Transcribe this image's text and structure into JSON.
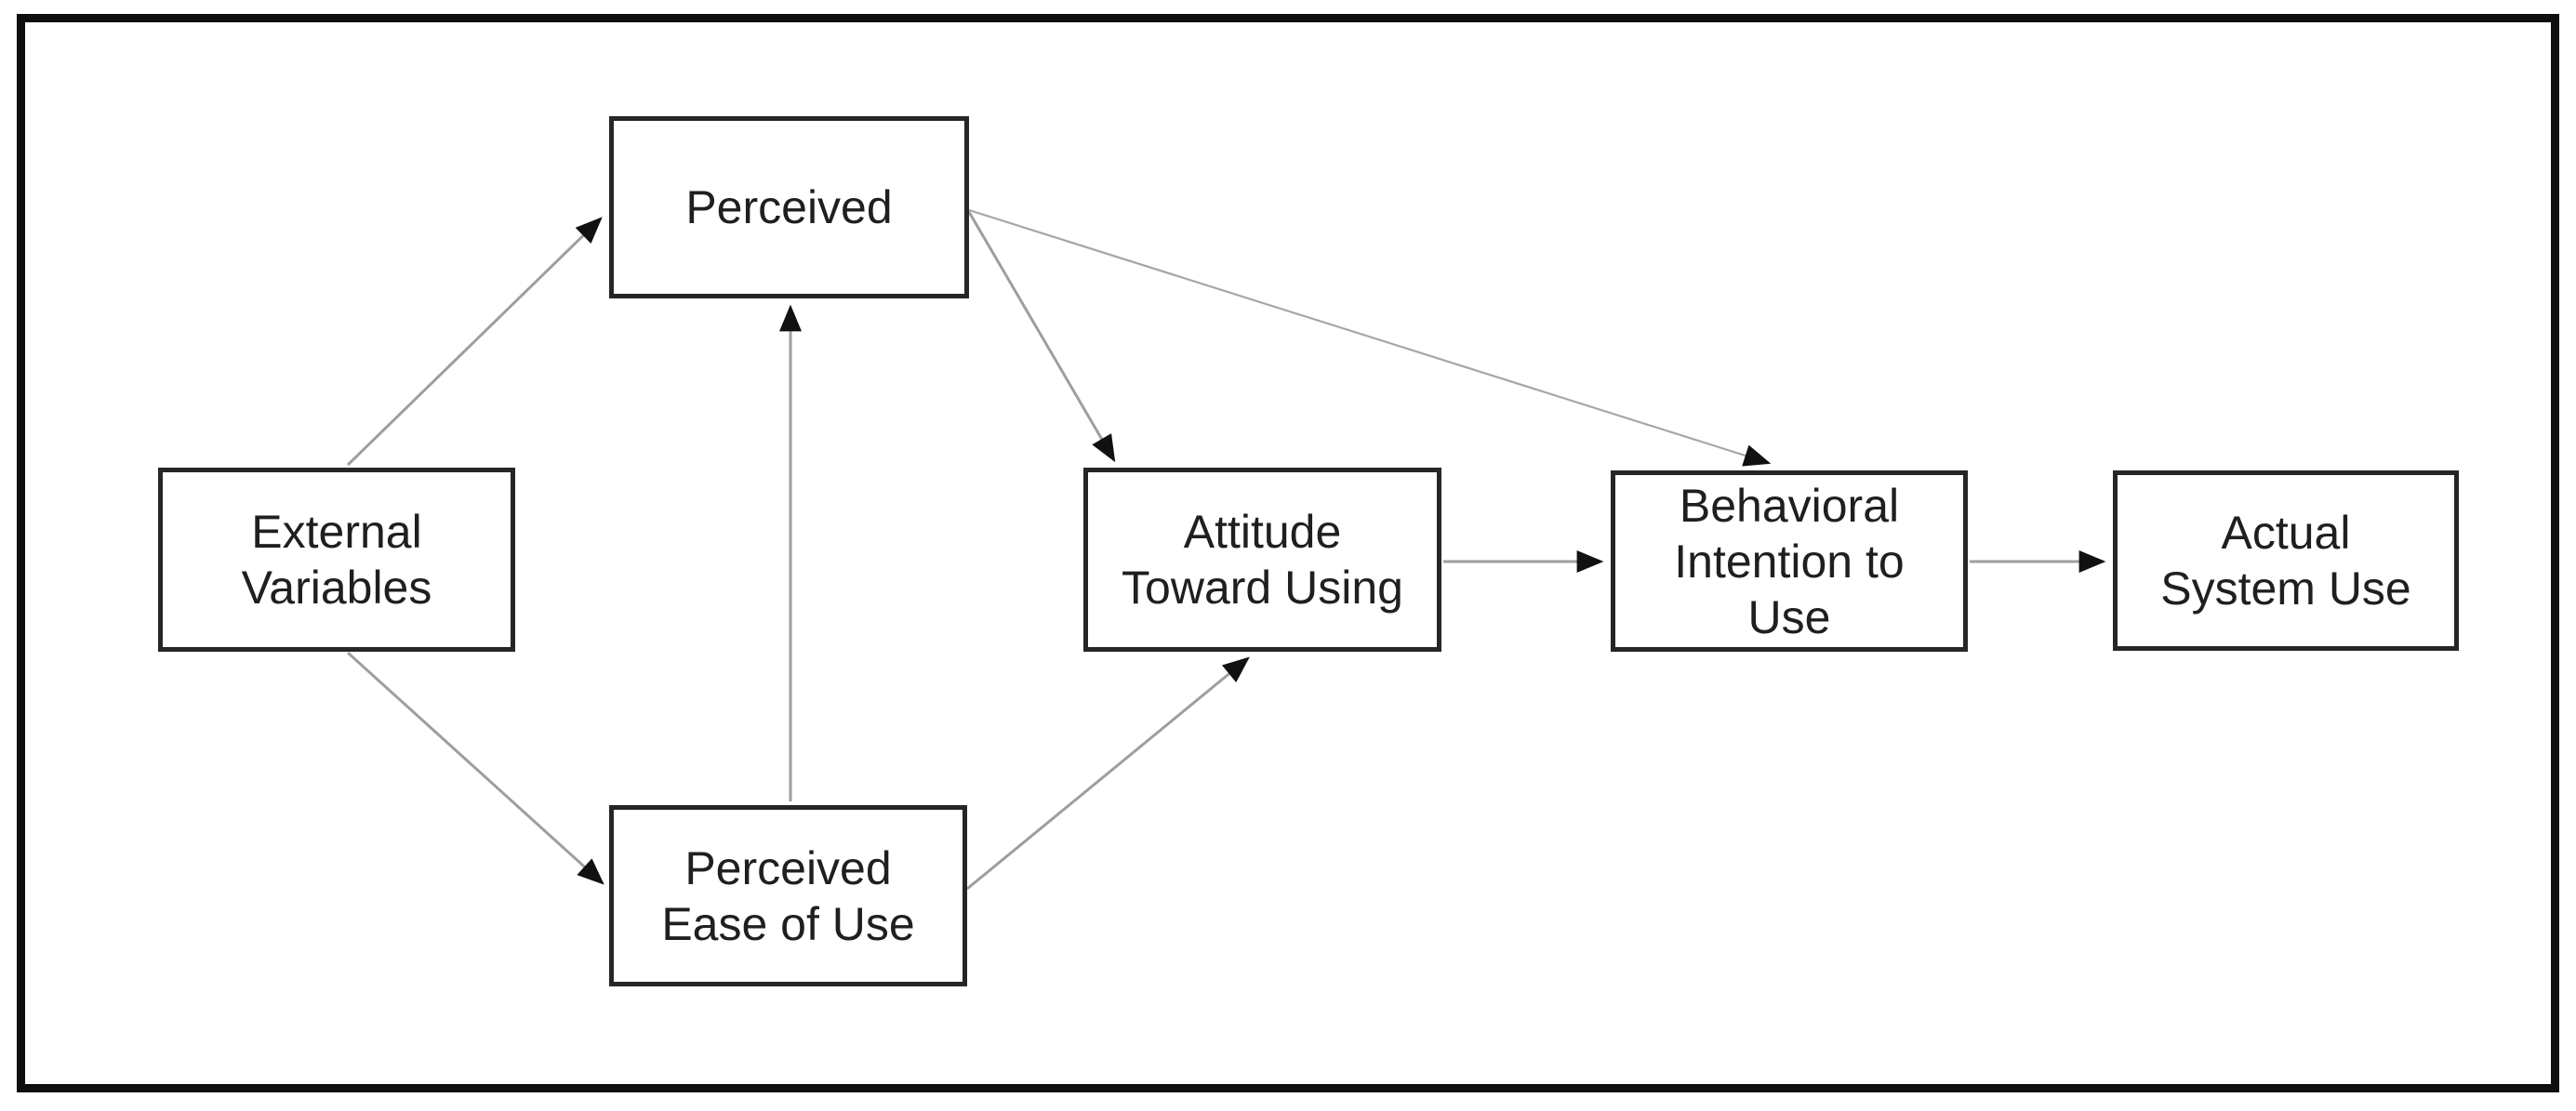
{
  "diagram": {
    "nodes": {
      "perceived": {
        "label": "Perceived",
        "lines": [
          "Perceived"
        ]
      },
      "external_variables": {
        "label": "External Variables",
        "lines": [
          "External",
          "Variables"
        ]
      },
      "perceived_ease_of_use": {
        "label": "Perceived Ease of Use",
        "lines": [
          "Perceived",
          "Ease of Use"
        ]
      },
      "attitude_toward_using": {
        "label": "Attitude Toward Using",
        "lines": [
          "Attitude",
          "Toward Using"
        ]
      },
      "behavioral_intention_to_use": {
        "label": "Behavioral Intention to Use",
        "lines": [
          "Behavioral",
          "Intention to",
          "Use"
        ]
      },
      "actual_system_use": {
        "label": "Actual System Use",
        "lines": [
          "Actual",
          "System Use"
        ]
      }
    },
    "edges": [
      {
        "from": "external_variables",
        "to": "perceived"
      },
      {
        "from": "external_variables",
        "to": "perceived_ease_of_use"
      },
      {
        "from": "perceived_ease_of_use",
        "to": "perceived"
      },
      {
        "from": "perceived",
        "to": "attitude_toward_using"
      },
      {
        "from": "perceived",
        "to": "behavioral_intention_to_use"
      },
      {
        "from": "perceived_ease_of_use",
        "to": "attitude_toward_using"
      },
      {
        "from": "attitude_toward_using",
        "to": "behavioral_intention_to_use"
      },
      {
        "from": "behavioral_intention_to_use",
        "to": "actual_system_use"
      }
    ],
    "colors": {
      "outer_border": "#0f0f0f",
      "box_border": "#262626",
      "arrow_line": "#9e9e9e",
      "arrowhead": "#111111",
      "background": "#ffffff",
      "text": "#1f1f1f"
    }
  }
}
